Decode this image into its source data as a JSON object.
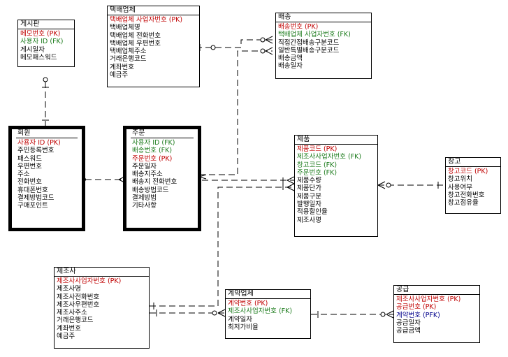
{
  "colors": {
    "pk": "#c00000",
    "fk": "#1a7a1a",
    "pfk": "#00008b",
    "line": "#000000"
  },
  "entities": {
    "board": {
      "title": "게시판",
      "attributes": [
        {
          "text": "메모번호 (PK)",
          "kind": "pk"
        },
        {
          "text": "사용자 ID (FK)",
          "kind": "fk"
        },
        {
          "text": "게시일자",
          "kind": "plain"
        },
        {
          "text": "메모패스워드",
          "kind": "plain"
        }
      ]
    },
    "courier": {
      "title": "택배업체",
      "attributes": [
        {
          "text": "택배업체 사업자번호 (PK)",
          "kind": "pk"
        },
        {
          "text": "택배업체명",
          "kind": "plain"
        },
        {
          "text": "택배업체 전화번호",
          "kind": "plain"
        },
        {
          "text": "택배업체 우편번호",
          "kind": "plain"
        },
        {
          "text": "택배업체주소",
          "kind": "plain"
        },
        {
          "text": "거래은행코드",
          "kind": "plain"
        },
        {
          "text": "계좌번호",
          "kind": "plain"
        },
        {
          "text": "예금주",
          "kind": "plain"
        }
      ]
    },
    "delivery": {
      "title": "배송",
      "attributes": [
        {
          "text": "배송번호 (PK)",
          "kind": "pk"
        },
        {
          "text": "택배업체 사업자번호 (FK)",
          "kind": "fk"
        },
        {
          "text": "직접간접배송구분코드",
          "kind": "plain"
        },
        {
          "text": "일반특별배송구분코드",
          "kind": "plain"
        },
        {
          "text": "배송금액",
          "kind": "plain"
        },
        {
          "text": "배송일자",
          "kind": "plain"
        }
      ]
    },
    "member": {
      "title": "회원",
      "attributes": [
        {
          "text": "사용자 ID (PK)",
          "kind": "pk"
        },
        {
          "text": "주민등록번호",
          "kind": "plain"
        },
        {
          "text": "패스워드",
          "kind": "plain"
        },
        {
          "text": "우편번호",
          "kind": "plain"
        },
        {
          "text": "주소",
          "kind": "plain"
        },
        {
          "text": "전화번호",
          "kind": "plain"
        },
        {
          "text": "휴대폰번호",
          "kind": "plain"
        },
        {
          "text": "결제방법코드",
          "kind": "plain"
        },
        {
          "text": "구매포인트",
          "kind": "plain"
        }
      ]
    },
    "order": {
      "title": "주문",
      "attributes": [
        {
          "text": "사용자 ID (FK)",
          "kind": "fk"
        },
        {
          "text": "배송번호 (FK)",
          "kind": "fk"
        },
        {
          "text": "주문번호 (PK)",
          "kind": "pk"
        },
        {
          "text": "주문일자",
          "kind": "plain"
        },
        {
          "text": "배송지주소",
          "kind": "plain"
        },
        {
          "text": "배송지 전화번호",
          "kind": "plain"
        },
        {
          "text": "배송방법코드",
          "kind": "plain"
        },
        {
          "text": "결제방법",
          "kind": "plain"
        },
        {
          "text": "기타사항",
          "kind": "plain"
        }
      ]
    },
    "product": {
      "title": "제품",
      "attributes": [
        {
          "text": "제품코드 (PK)",
          "kind": "pk"
        },
        {
          "text": "제조사사업자번호 (FK)",
          "kind": "fk"
        },
        {
          "text": "창고코드 (FK)",
          "kind": "fk"
        },
        {
          "text": "주문번호 (FK)",
          "kind": "fk"
        },
        {
          "text": "제품수량",
          "kind": "plain"
        },
        {
          "text": "제품단가",
          "kind": "plain"
        },
        {
          "text": "제품구분",
          "kind": "plain"
        },
        {
          "text": "발행일자",
          "kind": "plain"
        },
        {
          "text": "적용할인율",
          "kind": "plain"
        },
        {
          "text": "제조사명",
          "kind": "plain"
        }
      ]
    },
    "warehouse": {
      "title": "창고",
      "attributes": [
        {
          "text": "창고코드 (PK)",
          "kind": "pk"
        },
        {
          "text": "창고위치",
          "kind": "plain"
        },
        {
          "text": "사용여부",
          "kind": "plain"
        },
        {
          "text": "창고전화번호",
          "kind": "plain"
        },
        {
          "text": "창고점유율",
          "kind": "plain"
        }
      ]
    },
    "manufacturer": {
      "title": "제조사",
      "attributes": [
        {
          "text": "제조사사업자번호 (PK)",
          "kind": "pk"
        },
        {
          "text": "제조사명",
          "kind": "plain"
        },
        {
          "text": "제조사전화번호",
          "kind": "plain"
        },
        {
          "text": "제조사우편번호",
          "kind": "plain"
        },
        {
          "text": "제조사주소",
          "kind": "plain"
        },
        {
          "text": "거래은행코드",
          "kind": "plain"
        },
        {
          "text": "계좌번호",
          "kind": "plain"
        },
        {
          "text": "예금주",
          "kind": "plain"
        }
      ]
    },
    "contractor": {
      "title": "계약업체",
      "attributes": [
        {
          "text": "계약번호 (PK)",
          "kind": "pk"
        },
        {
          "text": "제조사사업자번호 (FK)",
          "kind": "fk"
        },
        {
          "text": "계약일자",
          "kind": "plain"
        },
        {
          "text": "최저가비율",
          "kind": "plain"
        }
      ]
    },
    "supply": {
      "title": "공급",
      "attributes": [
        {
          "text": "제조사사업자번호 (PK)",
          "kind": "pk"
        },
        {
          "text": "공급번호 (PK)",
          "kind": "pk"
        },
        {
          "text": "계약번호 (PFK)",
          "kind": "pfk"
        },
        {
          "text": "공급일자",
          "kind": "plain"
        },
        {
          "text": "공급금액",
          "kind": "plain"
        }
      ]
    }
  }
}
